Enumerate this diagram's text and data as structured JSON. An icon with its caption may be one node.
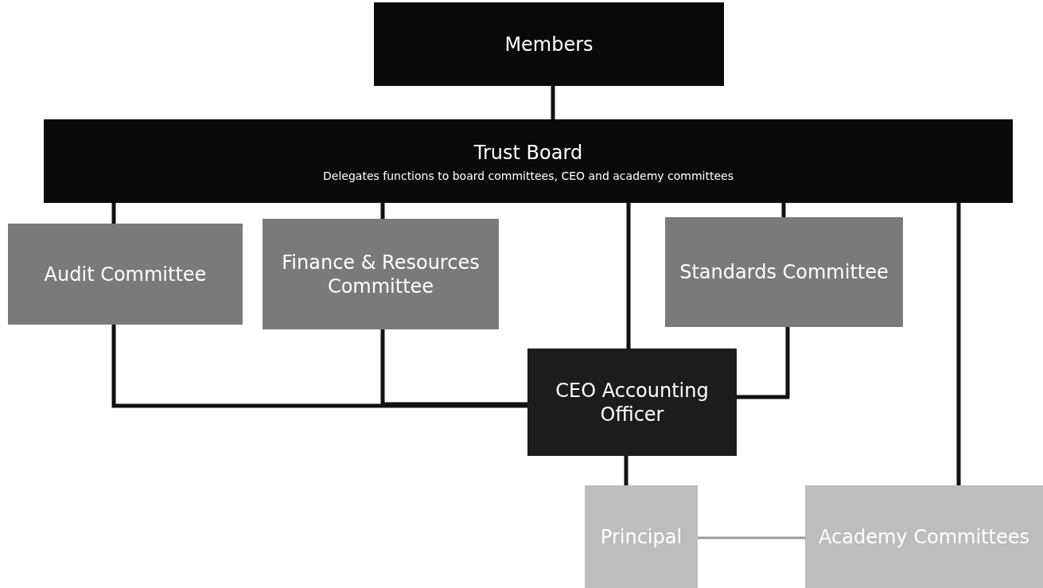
{
  "diagram": {
    "nodes": [
      {
        "text": [
          "Members"
        ]
      },
      {
        "text": [
          "Trust Board",
          "Delegates functions to board committees, CEO and academy committees"
        ]
      },
      {
        "text": [
          "Audit Committee"
        ]
      },
      {
        "text": [
          "Finance & Resources Committee"
        ]
      },
      {
        "text": [
          "Standards Committee"
        ]
      },
      {
        "text": [
          "CEO Accounting Officer"
        ]
      },
      {
        "text": [
          "Principal"
        ]
      },
      {
        "text": [
          "Academy Committees"
        ]
      }
    ],
    "edges": [
      {
        "from": 0,
        "to": 1,
        "arrow": "none"
      },
      {
        "from": 1,
        "to": 2,
        "arrow": "none"
      },
      {
        "from": 1,
        "to": 3,
        "arrow": "none"
      },
      {
        "from": 1,
        "to": 5,
        "arrow": "none"
      },
      {
        "from": 1,
        "to": 4,
        "arrow": "none"
      },
      {
        "from": 1,
        "to": 7,
        "arrow": "none"
      },
      {
        "from": 2,
        "to": 5,
        "arrow": "none"
      },
      {
        "from": 3,
        "to": 5,
        "arrow": "none"
      },
      {
        "from": 4,
        "to": 5,
        "arrow": "none"
      },
      {
        "from": 5,
        "to": 6,
        "arrow": "none"
      },
      {
        "from": 6,
        "to": 7,
        "arrow": "none",
        "color": "#9a9a9a"
      }
    ]
  }
}
